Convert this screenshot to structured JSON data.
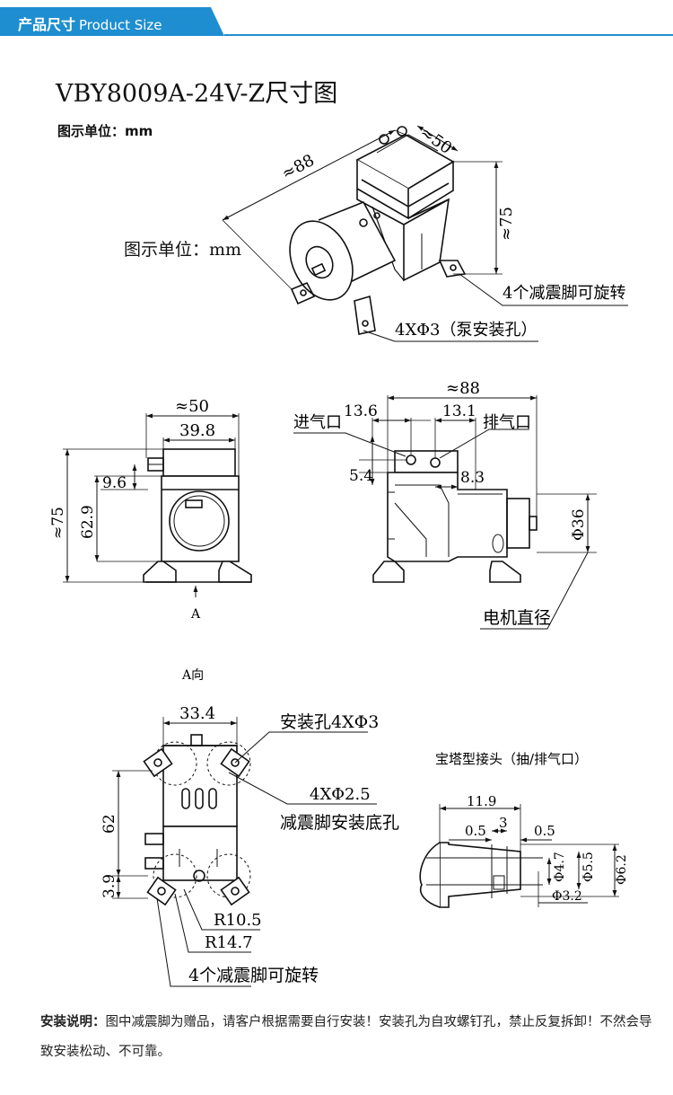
{
  "header": {
    "title_cn": "产品尺寸",
    "title_en": "Product Size",
    "accent_color": "#1e8ed0"
  },
  "title": "VBY8009A-24V-Z尺寸图",
  "unit_label": "图示单位：mm",
  "iso_view": {
    "unit_label": "图示单位：mm",
    "dim_length": "≈88",
    "dim_width": "≈50",
    "dim_height": "≈75",
    "callout_feet": "4个减震脚可旋转",
    "callout_holes": "4XΦ3（泵安装孔）"
  },
  "front_view": {
    "dim_width": "≈50",
    "dim_body": "39.8",
    "dim_inlet_height": "9.6",
    "dim_body_height": "62.9",
    "dim_total_height": "≈75",
    "view_arrow_label": "A"
  },
  "side_view": {
    "dim_length": "≈88",
    "dim_inlet_pos": "13.6",
    "dim_outlet_pos": "13.1",
    "inlet_label": "进气口",
    "outlet_label": "排气口",
    "dim_port_height": "5.4",
    "dim_port_gap": "8.3",
    "dim_motor_dia": "Φ36",
    "motor_label": "电机直径"
  },
  "bottom_view": {
    "view_label": "A向",
    "dim_width": "33.4",
    "callout_holes": "安装孔4XΦ3",
    "callout_foot_holes_count": "4XΦ2.5",
    "callout_foot_holes": "减震脚安装底孔",
    "dim_height": "62",
    "dim_offset": "3.9",
    "dim_r1": "R10.5",
    "dim_r2": "R14.7",
    "callout_feet": "4个减震脚可旋转"
  },
  "barb_view": {
    "title": "宝塔型接头（抽/排气口）",
    "dim_length": "11.9",
    "dim_a": "0.5",
    "dim_b": "3",
    "dim_c": "0.5",
    "dim_d1": "Φ4.7",
    "dim_d2": "Φ5.5",
    "dim_d3": "Φ6.2",
    "dim_hole": "Φ3.2"
  },
  "install_note": {
    "label": "安装说明：",
    "text": "图中减震脚为赠品，请客户根据需要自行安装！安装孔为自攻螺钉孔，禁止反复拆卸！不然会导致安装松动、不可靠。"
  }
}
